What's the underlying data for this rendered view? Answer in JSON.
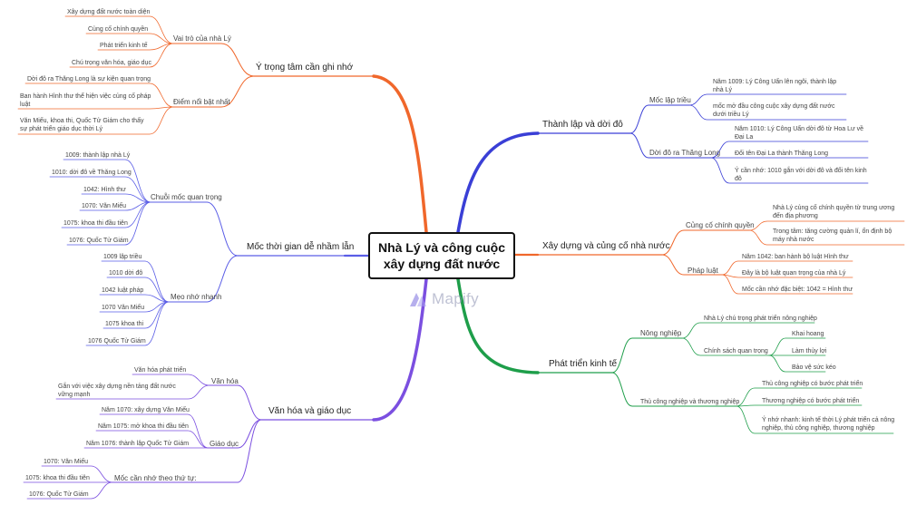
{
  "center": {
    "line1": "Nhà Lý và công cuộc",
    "line2": "xây dựng đất nước"
  },
  "watermark": {
    "text": "Mapify"
  },
  "colors": {
    "orange": "#f0672b",
    "blue_purple": "#5a5de6",
    "deep_blue": "#3a3fd6",
    "green": "#1e9e4a",
    "violet": "#7b4fe0"
  },
  "branches": {
    "b1": {
      "label": "Ý trọng tâm cần ghi nhớ",
      "s1": {
        "label": "Vai trò của nhà Lý",
        "items": [
          "Xây dựng đất nước toàn diện",
          "Củng cố chính quyền",
          "Phát triển kinh tế",
          "Chú trọng văn hóa, giáo dục"
        ]
      },
      "s2": {
        "label": "Điểm nổi bật nhất",
        "items": [
          "Dời đô ra Thăng Long là sự kiện quan trọng",
          "Ban hành Hình thư thể hiện việc củng cố pháp luật",
          "Văn Miếu, khoa thi, Quốc Tử Giám cho thấy sự phát triển giáo dục thời Lý"
        ]
      }
    },
    "b2": {
      "label": "Mốc thời gian dễ nhầm lẫn",
      "s1": {
        "label": "Chuỗi mốc quan trọng",
        "items": [
          "1009: thành lập nhà Lý",
          "1010: dời đô về Thăng Long",
          "1042: Hình thư",
          "1070: Văn Miếu",
          "1075: khoa thi đầu tiên",
          "1076: Quốc Tử Giám"
        ]
      },
      "s2": {
        "label": "Mẹo nhớ nhanh",
        "items": [
          "1009 lập triều",
          "1010 dời đô",
          "1042 luật pháp",
          "1070 Văn Miếu",
          "1075 khoa thi",
          "1076 Quốc Tử Giám"
        ]
      }
    },
    "b3": {
      "label": "Văn hóa và giáo dục",
      "s1": {
        "label": "Văn hóa",
        "items": [
          "Văn hóa phát triển",
          "Gắn với việc xây dựng nền tảng đất nước vững mạnh"
        ]
      },
      "s2": {
        "label": "Giáo dục",
        "items": [
          "Năm 1070: xây dựng Văn Miếu",
          "Năm 1075: mở khoa thi đầu tiên",
          "Năm 1076: thành lập Quốc Tử Giám"
        ]
      },
      "s3": {
        "label": "Mốc cần nhớ theo thứ tự:",
        "items": [
          "1070: Văn Miếu",
          "1075: khoa thi đầu tiên",
          "1076: Quốc Tử Giám"
        ]
      }
    },
    "b4": {
      "label": "Thành lập và dời đô",
      "s1": {
        "label": "Mốc lập triều",
        "items": [
          "Năm 1009: Lý Công Uẩn lên ngôi, thành lập nhà Lý",
          "mốc mở đầu công cuộc xây dựng đất nước dưới triều Lý"
        ]
      },
      "s2": {
        "label": "Dời đô ra Thăng Long",
        "items": [
          "Năm 1010: Lý Công Uẩn dời đô từ Hoa Lư về Đại La",
          "Đổi tên Đại La thành Thăng Long",
          "Ý cần nhớ: 1010 gắn với dời đô và đổi tên kinh đô"
        ]
      }
    },
    "b5": {
      "label": "Xây dựng và củng cố nhà nước",
      "s1": {
        "label": "Củng cố chính quyền",
        "items": [
          "Nhà Lý củng cố chính quyền từ trung ương đến địa phương",
          "Trong tâm: tăng cường quản lí, ổn định bộ máy nhà nước"
        ]
      },
      "s2": {
        "label": "Pháp luật",
        "items": [
          "Năm 1042: ban hành bộ luật Hình thư",
          "Đây là bộ luật quan trọng của nhà Lý",
          "Mốc cần nhớ đặc biệt: 1042 = Hình thư"
        ]
      }
    },
    "b6": {
      "label": "Phát triển kinh tế",
      "s1": {
        "label": "Nông nghiệp",
        "items": [
          "Nhà Lý chú trọng phát triển nông nghiệp"
        ],
        "sub": {
          "label": "Chính sách quan trọng",
          "items": [
            "Khai hoang",
            "Làm thủy lợi",
            "Bảo vệ sức kéo"
          ]
        }
      },
      "s2": {
        "label": "Thủ công nghiệp và thương nghiệp",
        "items": [
          "Thủ công nghiệp có bước phát triển",
          "Thương nghiệp có bước phát triển",
          "Ý nhớ nhanh: kinh tế thời Lý phát triển cả nông nghiệp, thủ công nghiệp, thương nghiệp"
        ]
      }
    }
  }
}
